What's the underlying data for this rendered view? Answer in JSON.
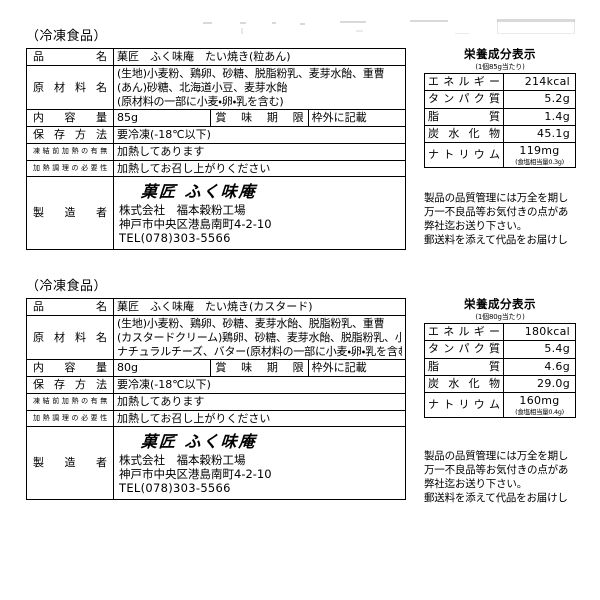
{
  "document": {
    "kind": "frozen-food-nutrition-labels",
    "label_count": 2
  },
  "labels": [
    {
      "frozen_tag": "（冷凍食品）",
      "rows": {
        "product_name_label": "品　　名",
        "product_name_value": "菓匠　ふく味庵　たい焼き(粒あん)",
        "ingredients_label": "原材料名",
        "ingredients_lines": [
          "(生地)小麦粉、鶏卵、砂糖、脱脂粉乳、麦芽水飴、重曹",
          "(あん)砂糖、北海道小豆、麦芽水飴",
          "(原材料の一部に小麦・卵・乳を含む)"
        ],
        "quantity_label": "内　容　量",
        "quantity_value": "85g",
        "best_before_label": "賞味期限",
        "best_before_value": "枠外に記載",
        "storage_label": "保存方法",
        "storage_value": "要冷凍(-18℃以下)",
        "preheated_label": "凍結前加熱の有無",
        "preheated_value": "加熱してあります",
        "cooking_label": "加熱調理の必要性",
        "cooking_value": "加熱してお召し上がりください",
        "maker_label": "製　造　者",
        "maker_brand": "菓匠 ふく味庵",
        "maker_company": "株式会社　福本穀粉工場",
        "maker_address": "神戸市中央区港島南町4-2-10",
        "maker_tel": "TEL(078)303-5566"
      },
      "nutrition": {
        "title": "栄養成分表示",
        "basis": "(1個85g当たり)",
        "items": [
          {
            "name": "エネルギー",
            "value": "214kcal",
            "sub": ""
          },
          {
            "name": "タンパク質",
            "value": "5.2g",
            "sub": ""
          },
          {
            "name": "脂　　　質",
            "value": "1.4g",
            "sub": ""
          },
          {
            "name": "炭水化物",
            "value": "45.1g",
            "sub": ""
          },
          {
            "name": "ナトリウム",
            "value": "119mg",
            "sub": "(食塩相当量0.3g)"
          }
        ]
      },
      "notice_lines": [
        "製品の品質管理には万全を期し",
        "万一不良品等お気付きの点があ",
        "弊社迄お送り下さい。",
        "郵送料を添えて代品をお届けし"
      ]
    },
    {
      "frozen_tag": "（冷凍食品）",
      "rows": {
        "product_name_label": "品　　名",
        "product_name_value": "菓匠　ふく味庵　たい焼き(カスタード)",
        "ingredients_label": "原材料名",
        "ingredients_lines": [
          "(生地)小麦粉、鶏卵、砂糖、麦芽水飴、脱脂粉乳、重曹",
          "(カスタードクリーム)鶏卵、砂糖、麦芽水飴、脱脂粉乳、小麦粉、",
          "ナチュラルチーズ、バター(原材料の一部に小麦・卵・乳を含む)"
        ],
        "quantity_label": "内　容　量",
        "quantity_value": "80g",
        "best_before_label": "賞味期限",
        "best_before_value": "枠外に記載",
        "storage_label": "保存方法",
        "storage_value": "要冷凍(-18℃以下)",
        "preheated_label": "凍結前加熱の有無",
        "preheated_value": "加熱してあります",
        "cooking_label": "加熱調理の必要性",
        "cooking_value": "加熱してお召し上がりください",
        "maker_label": "製　造　者",
        "maker_brand": "菓匠 ふく味庵",
        "maker_company": "株式会社　福本穀粉工場",
        "maker_address": "神戸市中央区港島南町4-2-10",
        "maker_tel": "TEL(078)303-5566"
      },
      "nutrition": {
        "title": "栄養成分表示",
        "basis": "(1個80g当たり)",
        "items": [
          {
            "name": "エネルギー",
            "value": "180kcal",
            "sub": ""
          },
          {
            "name": "タンパク質",
            "value": "5.4g",
            "sub": ""
          },
          {
            "name": "脂　　　質",
            "value": "4.6g",
            "sub": ""
          },
          {
            "name": "炭水化物",
            "value": "29.0g",
            "sub": ""
          },
          {
            "name": "ナトリウム",
            "value": "160mg",
            "sub": "(食塩相当量0.4g)"
          }
        ]
      },
      "notice_lines": [
        "製品の品質管理には万全を期し",
        "万一不良品等お気付きの点があ",
        "弊社迄お送り下さい。",
        "郵送料を添えて代品をお届けし"
      ]
    }
  ],
  "colors": {
    "ink": "#000000",
    "paper": "#ffffff"
  }
}
